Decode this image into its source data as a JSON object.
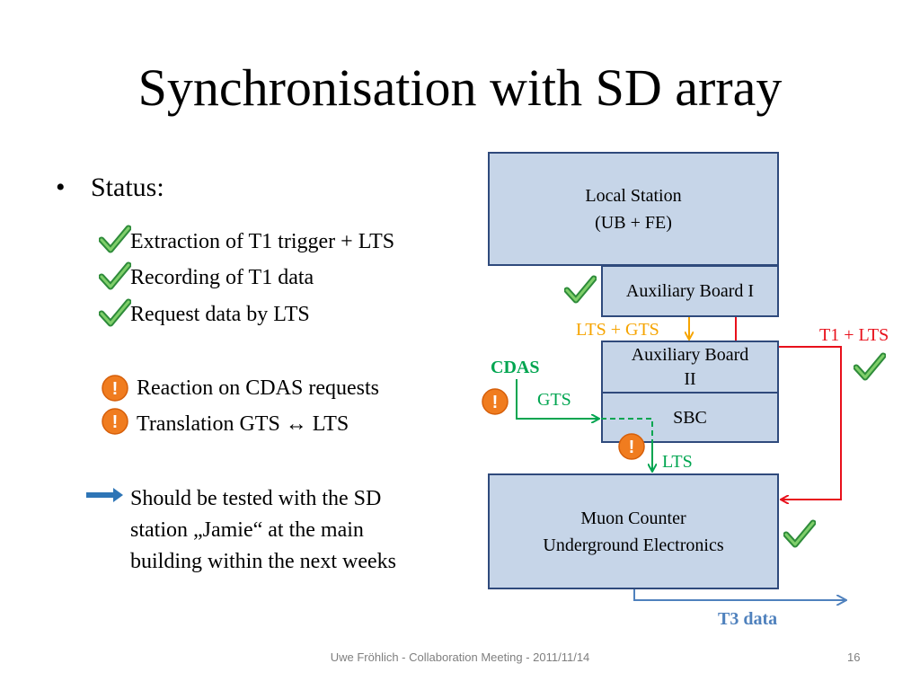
{
  "title": "Synchronisation with SD array",
  "status": {
    "bullet": "•",
    "heading": "Status:",
    "done_items": [
      "Extraction of  T1 trigger + LTS",
      "Recording of T1 data",
      "Request data by LTS"
    ],
    "warning_items": [
      "Reaction on CDAS requests",
      "Translation GTS ↔ LTS"
    ],
    "note": [
      "Should be tested with the SD",
      "station „Jamie“ at the main",
      "building within the next weeks"
    ]
  },
  "diagram": {
    "local_station": [
      "Local Station",
      "(UB + FE)"
    ],
    "aux_board_1": "Auxiliary Board I",
    "aux_board_2": [
      "Auxiliary Board",
      "II"
    ],
    "sbc": "SBC",
    "muon_counter": [
      "Muon Counter",
      "Underground Electronics"
    ],
    "lts_gts_label": "LTS + GTS",
    "t1_lts_label": "T1 + LTS",
    "cdas_label": "CDAS",
    "gts_label": "GTS",
    "lts_label": "LTS",
    "t3_label": "T3 data"
  },
  "colors": {
    "box_fill": "#c6d5e8",
    "box_border": "#2f4a7c",
    "green": "#00a550",
    "red": "#e8101b",
    "orange": "#f6a400",
    "blue_arrow": "#4f81bd",
    "warning": "#f07c1f"
  },
  "footer": {
    "text": "Uwe Fröhlich   -   Collaboration Meeting   -   2011/11/14",
    "page": "16"
  }
}
